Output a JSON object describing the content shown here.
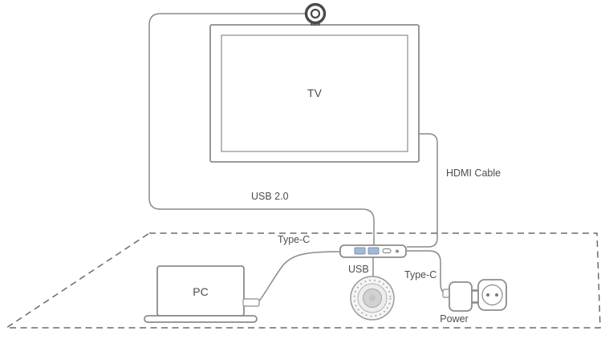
{
  "diagram": {
    "labels": {
      "tv": "TV",
      "pc": "PC",
      "usb20": "USB 2.0",
      "hdmi": "HDMI Cable",
      "typec_left": "Type-C",
      "typec_right": "Type-C",
      "usb": "USB",
      "power": "Power"
    }
  },
  "colors": {
    "background": "#ffffff",
    "cable": "#8a8a8a",
    "device": "#8c8c8c",
    "dash": "#6b6b6b",
    "text": "#4d4d4d",
    "port-fill": "#a3b8d3"
  }
}
